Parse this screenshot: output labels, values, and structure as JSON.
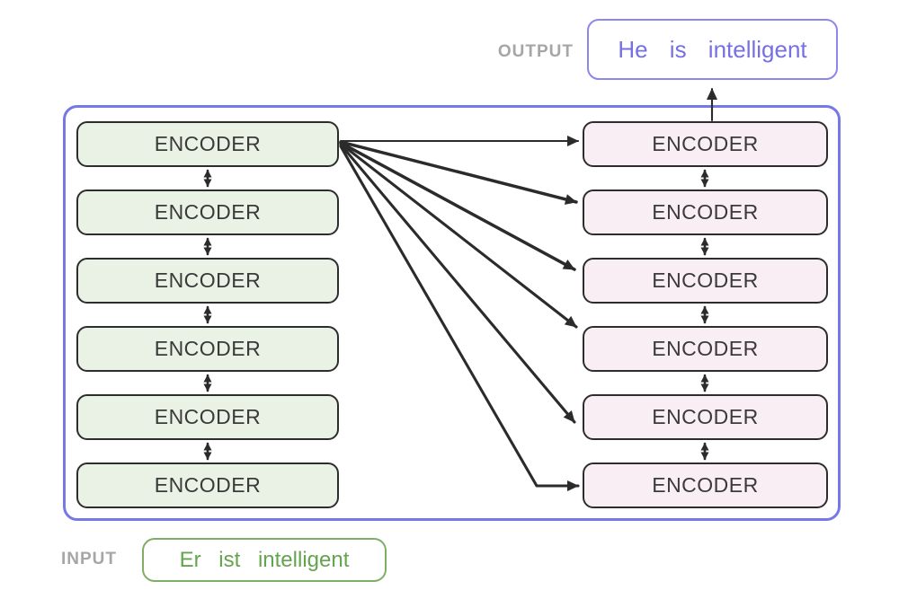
{
  "output": {
    "label": "OUTPUT",
    "text": "He is intelligent"
  },
  "input": {
    "label": "INPUT",
    "text": "Er ist intelligent"
  },
  "encoder_stacks": {
    "left": {
      "boxes": [
        "ENCODER",
        "ENCODER",
        "ENCODER",
        "ENCODER",
        "ENCODER",
        "ENCODER"
      ]
    },
    "right": {
      "boxes": [
        "ENCODER",
        "ENCODER",
        "ENCODER",
        "ENCODER",
        "ENCODER",
        "ENCODER"
      ]
    }
  },
  "icons": {
    "fan_arrows": "right-arrow-icon",
    "stack_links": "up-down-arrow-icon",
    "output_link": "up-arrow-icon"
  },
  "colors": {
    "accent-purple": "#7678e8",
    "output-border": "#8d86ed",
    "output-text": "#7670e2",
    "input-border": "#7eae66",
    "input-text": "#64a44e",
    "label-gray": "#a6a6a6",
    "left-box-fill": "#e9f2e4",
    "right-box-fill": "#f9eef4",
    "box-border": "#2d2d2d",
    "encoder-text": "#3a3a3a",
    "arrow": "#2b2b2b"
  }
}
